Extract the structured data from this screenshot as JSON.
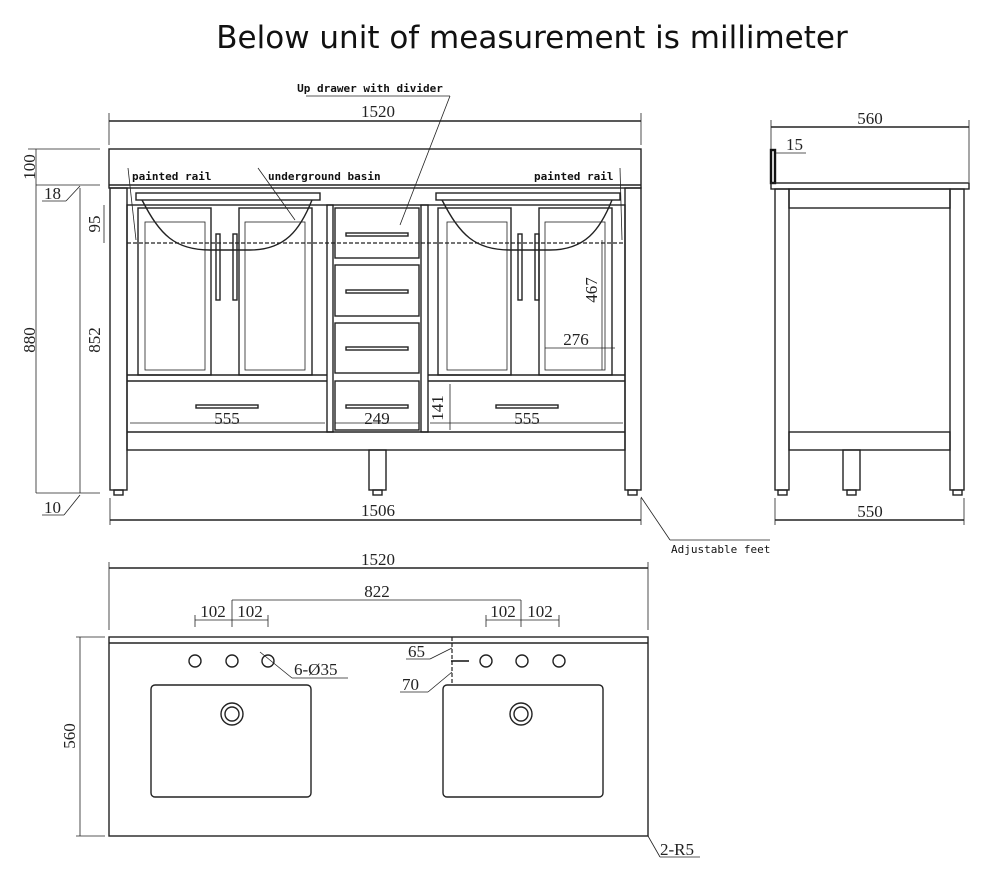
{
  "title": "Below unit of measurement is millimeter",
  "front_view": {
    "labels": {
      "up_drawer": "Up drawer with divider",
      "painted_rail_left": "painted rail",
      "underground_basin": "underground basin",
      "painted_rail_right": "painted rail",
      "adjustable_feet": "Adjustable feet"
    },
    "dims": {
      "top_width": "1520",
      "top_thickness": "100",
      "rail": "18",
      "basin_depth": "95",
      "total_height": "880",
      "cabinet_height": "852",
      "feet": "10",
      "base_width": "1506",
      "door_height": "467",
      "door_width": "276",
      "left_drawer": "555",
      "center_drawer": "249",
      "drawer_height": "141",
      "right_drawer": "555"
    }
  },
  "side_view": {
    "dims": {
      "top_depth": "560",
      "backsplash": "15",
      "base_depth": "550"
    }
  },
  "top_view": {
    "dims": {
      "width": "1520",
      "center_distance": "822",
      "hole_l1": "102",
      "hole_l2": "102",
      "hole_r1": "102",
      "hole_r2": "102",
      "depth": "560",
      "holes": "6-Ø35",
      "d65": "65",
      "d70": "70",
      "corner": "2-R5"
    }
  }
}
